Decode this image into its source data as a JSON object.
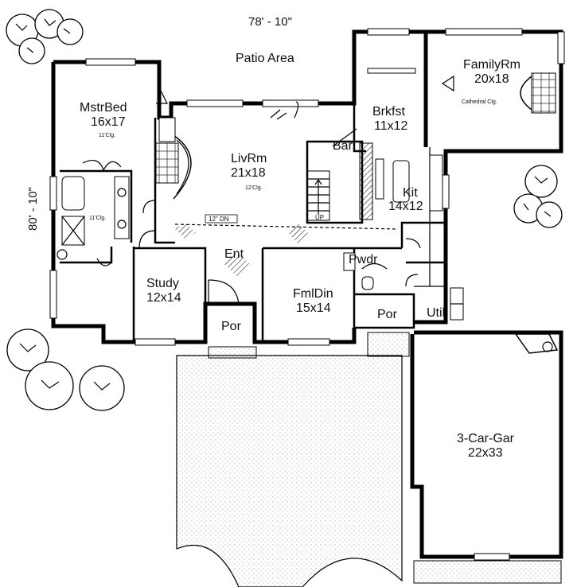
{
  "dimensions": {
    "width": "78' - 10\"",
    "depth": "80' - 10\""
  },
  "rooms": {
    "patio": {
      "name": "Patio Area"
    },
    "master_bed": {
      "name": "MstrBed",
      "size": "16x17",
      "ceiling": "11'Clg."
    },
    "master_bath": {
      "ceiling": "11'Clg."
    },
    "living": {
      "name": "LivRm",
      "size": "21x18",
      "ceiling": "12'Clg."
    },
    "breakfast": {
      "name": "Brkfst",
      "size": "11x12"
    },
    "family": {
      "name": "FamilyRm",
      "size": "20x18",
      "ceiling": "Cathedral Clg."
    },
    "bar": {
      "name": "Bar"
    },
    "kitchen": {
      "name": "Kit",
      "size": "14x12"
    },
    "entry": {
      "name": "Ent"
    },
    "study": {
      "name": "Study",
      "size": "12x14"
    },
    "dining": {
      "name": "FmlDin",
      "size": "15x14"
    },
    "powder": {
      "name": "Pwdr"
    },
    "porch_front": {
      "name": "Por"
    },
    "porch_side": {
      "name": "Por"
    },
    "utility": {
      "name": "Util"
    },
    "garage": {
      "name": "3-Car-Gar",
      "size": "22x33"
    }
  },
  "annotations": {
    "step_down": "12\" DN",
    "stair_up": "UP"
  }
}
